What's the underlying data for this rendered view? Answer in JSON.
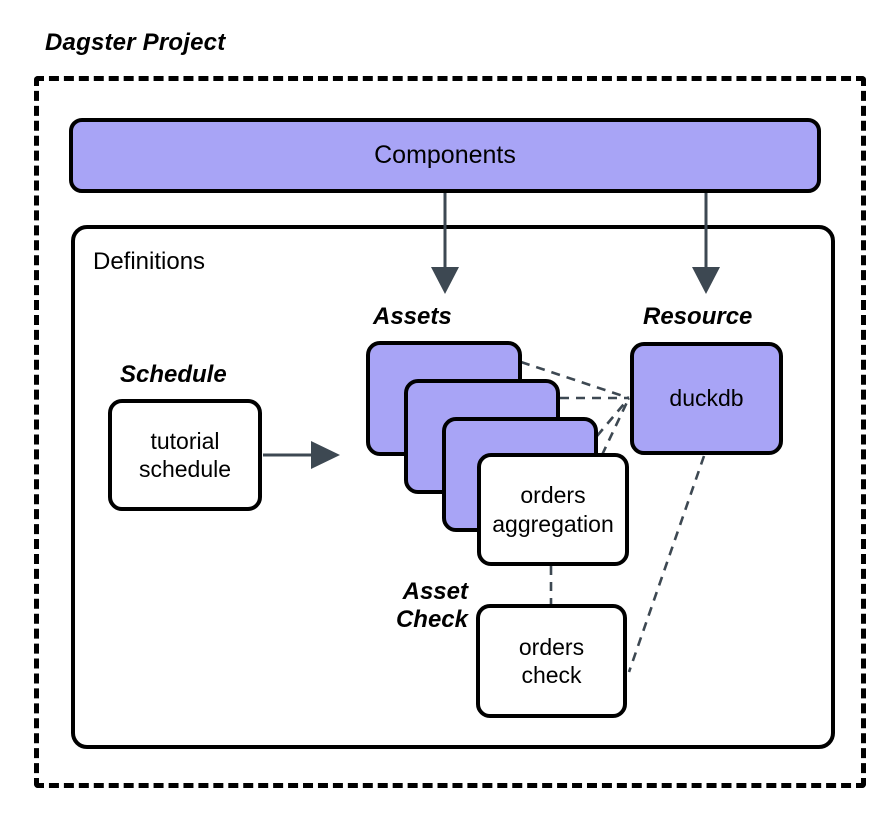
{
  "diagram": {
    "title": "Dagster Project",
    "container": {
      "label": "Definitions"
    },
    "components_bar": {
      "label": "Components"
    },
    "captions": {
      "schedule": "Schedule",
      "assets": "Assets",
      "resource": "Resource",
      "asset_check": "Asset\nCheck"
    },
    "nodes": {
      "schedule": {
        "line1": "tutorial",
        "line2": "schedule"
      },
      "orders_aggregation": {
        "line1": "orders",
        "line2": "aggregation"
      },
      "orders_check": {
        "line1": "orders",
        "line2": "check"
      },
      "duckdb": {
        "label": "duckdb"
      }
    },
    "asset_stack": {
      "count": 3,
      "cards": [
        "",
        "",
        ""
      ]
    },
    "colors": {
      "accent_purple": "#a8a4f6",
      "outline": "#000000",
      "arrow": "#3d4852",
      "background": "#ffffff"
    },
    "edges": [
      {
        "from": "components-bar",
        "to": "assets",
        "style": "solid-arrow"
      },
      {
        "from": "components-bar",
        "to": "resource",
        "style": "solid-arrow"
      },
      {
        "from": "tutorial-schedule",
        "to": "assets",
        "style": "solid-arrow"
      },
      {
        "from": "asset-card-1",
        "to": "duckdb",
        "style": "dashed"
      },
      {
        "from": "asset-card-2",
        "to": "duckdb",
        "style": "dashed"
      },
      {
        "from": "asset-card-3",
        "to": "duckdb",
        "style": "dashed"
      },
      {
        "from": "orders-aggregation",
        "to": "duckdb",
        "style": "dashed"
      },
      {
        "from": "orders-aggregation",
        "to": "orders-check",
        "style": "dashed"
      },
      {
        "from": "duckdb",
        "to": "orders-check",
        "style": "dashed"
      }
    ]
  }
}
